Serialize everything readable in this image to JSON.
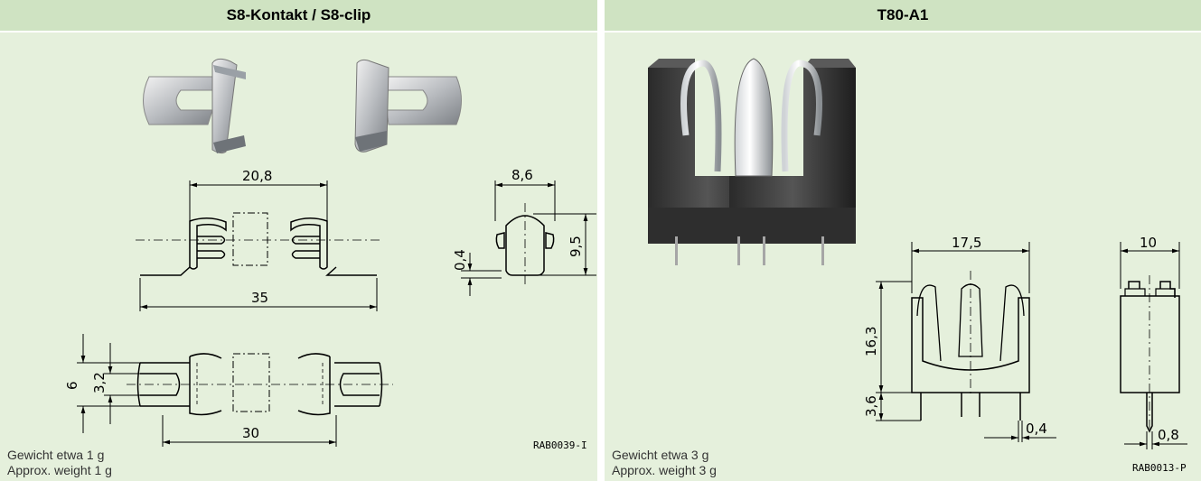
{
  "left_panel": {
    "title": "S8-Kontakt / S8-clip",
    "weight_de": "Gewicht etwa 1 g",
    "weight_en": "Approx. weight 1 g",
    "ref": "RAB0039-I",
    "dims": {
      "width_top": "20,8",
      "overall": "35",
      "side_width": "8,6",
      "height": "9,5",
      "base": "0,4",
      "outer": "6",
      "inner": "3,2",
      "length": "30"
    }
  },
  "right_panel": {
    "title": "T80-A1",
    "weight_de": "Gewicht etwa 3 g",
    "weight_en": "Approx. weight 3 g",
    "ref": "RAB0013-P",
    "dims": {
      "width": "17,5",
      "height": "16,3",
      "pin": "3,6",
      "pin_thick": "0,4",
      "side": "10",
      "side_pin": "0,8"
    }
  },
  "colors": {
    "panel_bg": "#e5f0dc",
    "header_bg": "#cfe3c2",
    "separator": "#ffffff"
  }
}
